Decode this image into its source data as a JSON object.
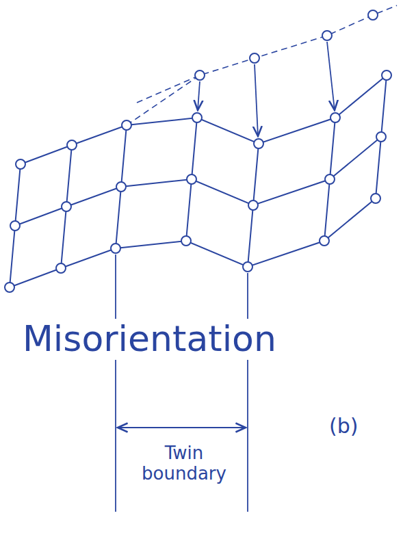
{
  "diagram": {
    "labels": [
      "Misorientation",
      "(b)",
      "Twin boundary"
    ]
  }
}
